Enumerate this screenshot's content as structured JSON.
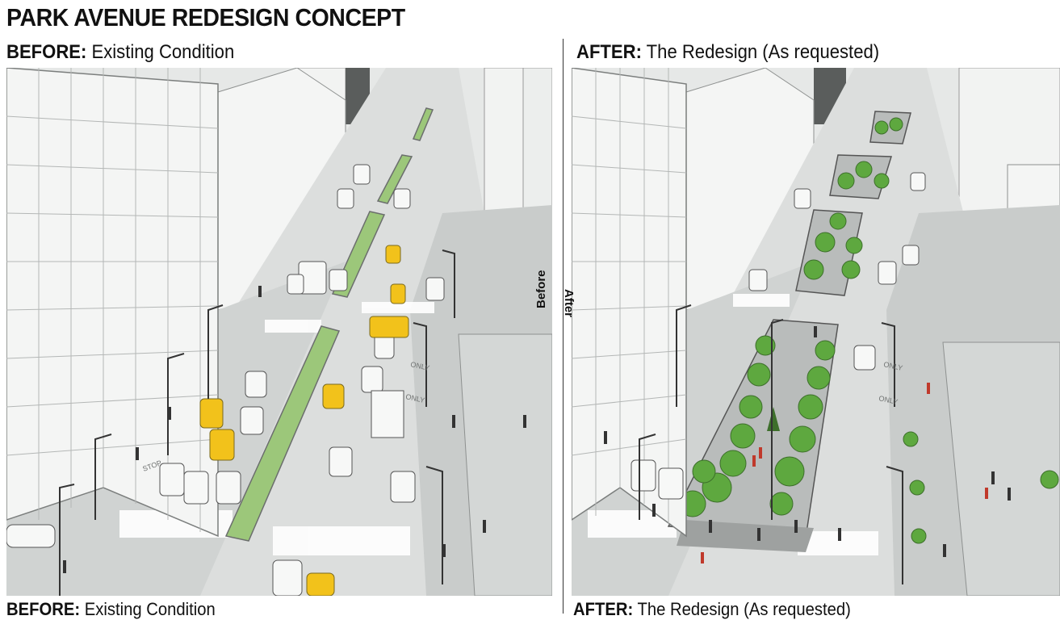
{
  "title": "PARK AVENUE REDESIGN CONCEPT",
  "before": {
    "label_bold": "BEFORE:",
    "label_text": "Existing Condition",
    "side_label": "Before",
    "road_markings": [
      "ONLY",
      "ONLY",
      "STOP"
    ]
  },
  "after": {
    "label_bold": "AFTER:",
    "label_text": "The Redesign (As requested)",
    "side_label": "After",
    "road_markings": [
      "ONLY",
      "ONLY"
    ]
  },
  "colors": {
    "building": "#f4f5f4",
    "road": "#dcdedd",
    "sidewalk": "#c9cccb",
    "median_green": "#9cc77a",
    "tree_green": "#5ea83f",
    "taxi": "#f2c21b",
    "plaza": "#b9bcbb"
  }
}
